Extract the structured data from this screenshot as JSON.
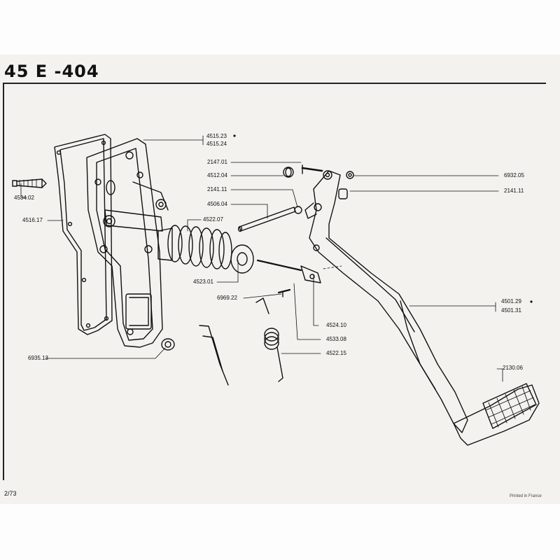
{
  "header": {
    "title": "45 E  -404"
  },
  "labels": {
    "p4515_23": "4515.23",
    "p4515_24": "4515.24",
    "p2147_01": "2147.01",
    "p4512_04": "4512.04",
    "p6932_05": "6932.05",
    "p2141_11_left": "2141.11",
    "p2141_11_right": "2141.11",
    "p4534_02": "4534.02",
    "p4506_04": "4506.04",
    "p4516_17": "4516.17",
    "p4522_07": "4522.07",
    "p4523_01": "4523.01",
    "p6969_22": "6969.22",
    "p4501_29": "4501.29",
    "p4501_31": "4501.31",
    "p4524_10": "4524.10",
    "p4533_08": "4533.08",
    "p4522_15": "4522.15",
    "p2130_06": "2130.06",
    "p6935_13": "6935.13"
  },
  "footer": {
    "page": "2/73",
    "printed": "Printed in France"
  },
  "colors": {
    "ink": "#111111",
    "paper": "#f3f2ef"
  }
}
